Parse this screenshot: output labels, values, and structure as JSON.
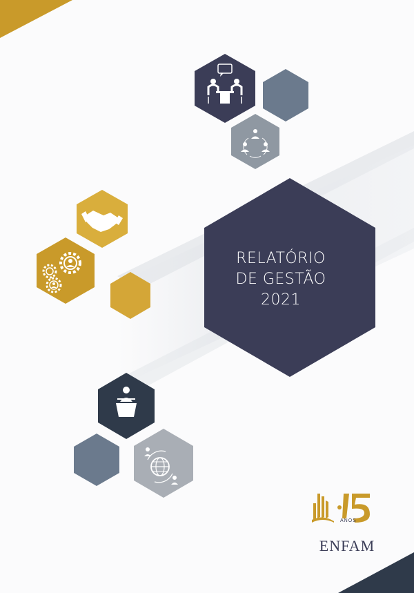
{
  "report": {
    "title_line1": "RELATÓRIO",
    "title_line2": "DE GESTÃO",
    "year": "2021"
  },
  "logo": {
    "anniversary_word": "ANOS",
    "organization": "ENFAM"
  },
  "colors": {
    "navy": "#3b3d57",
    "dark_navy": "#2f3a4a",
    "slate": "#6b7a8d",
    "gray": "#8f98a2",
    "light_gray": "#a9aeb5",
    "gold": "#c99a2a",
    "gold_light": "#d9ae3c"
  },
  "icons": [
    "meeting-icon",
    "team-cycle-icon",
    "handshake-icon",
    "gears-people-icon",
    "speaker-podium-icon",
    "global-network-icon"
  ]
}
